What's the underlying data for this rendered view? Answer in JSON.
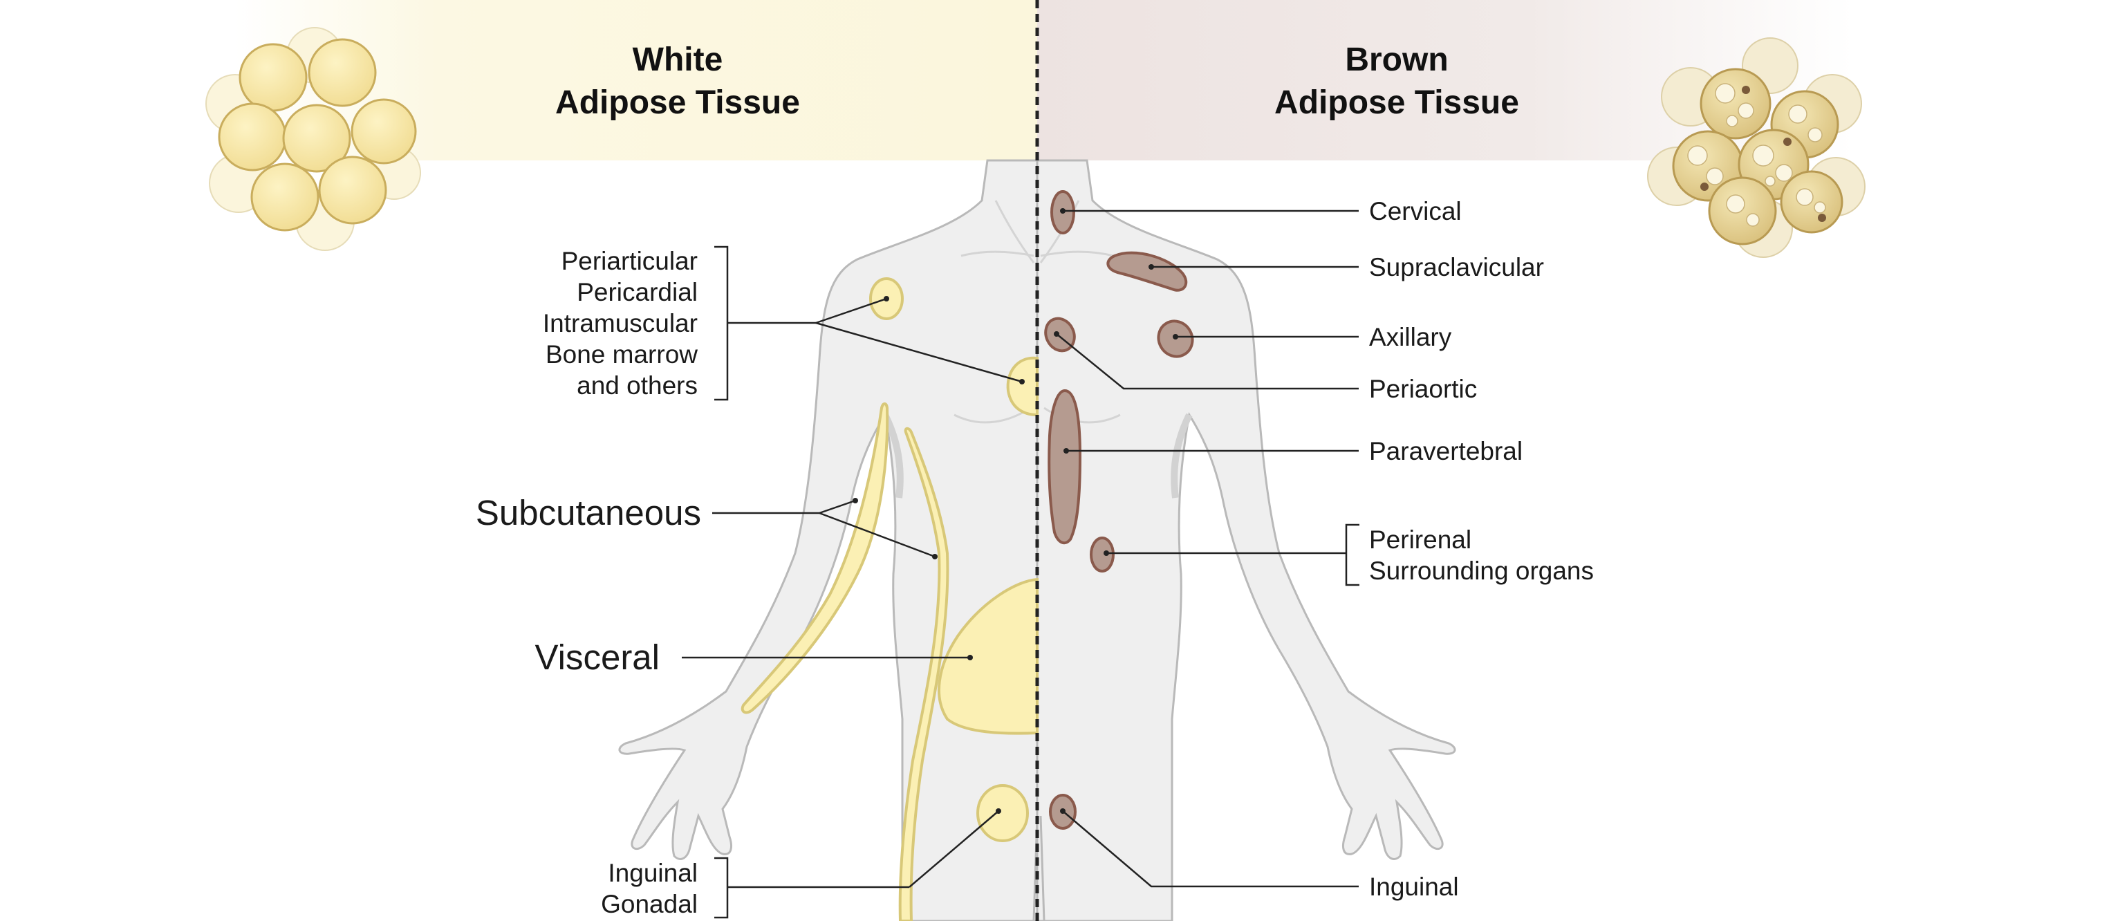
{
  "headers": {
    "white": {
      "line1": "White",
      "line2": "Adipose Tissue"
    },
    "brown": {
      "line1": "Brown",
      "line2": "Adipose Tissue"
    }
  },
  "white_labels": {
    "other_depots": [
      "Periarticular",
      "Pericardial",
      "Intramuscular",
      "Bone marrow",
      "and others"
    ],
    "subcutaneous": "Subcutaneous",
    "visceral": "Visceral",
    "lower": [
      "Inguinal",
      "Gonadal"
    ]
  },
  "brown_labels": {
    "cervical": "Cervical",
    "supraclavicular": "Supraclavicular",
    "axillary": "Axillary",
    "periaortic": "Periaortic",
    "paravertebral": "Paravertebral",
    "perirenal_group": [
      "Perirenal",
      "Surrounding organs"
    ],
    "inguinal": "Inguinal"
  },
  "colors": {
    "white_fat": "#fbf0b4",
    "white_fat_stroke": "#d8c878",
    "brown_fat": "#b59b90",
    "brown_fat_stroke": "#8a5a4c",
    "body": "#efefef",
    "body_stroke": "#b9b9b9",
    "leader": "#222222"
  }
}
